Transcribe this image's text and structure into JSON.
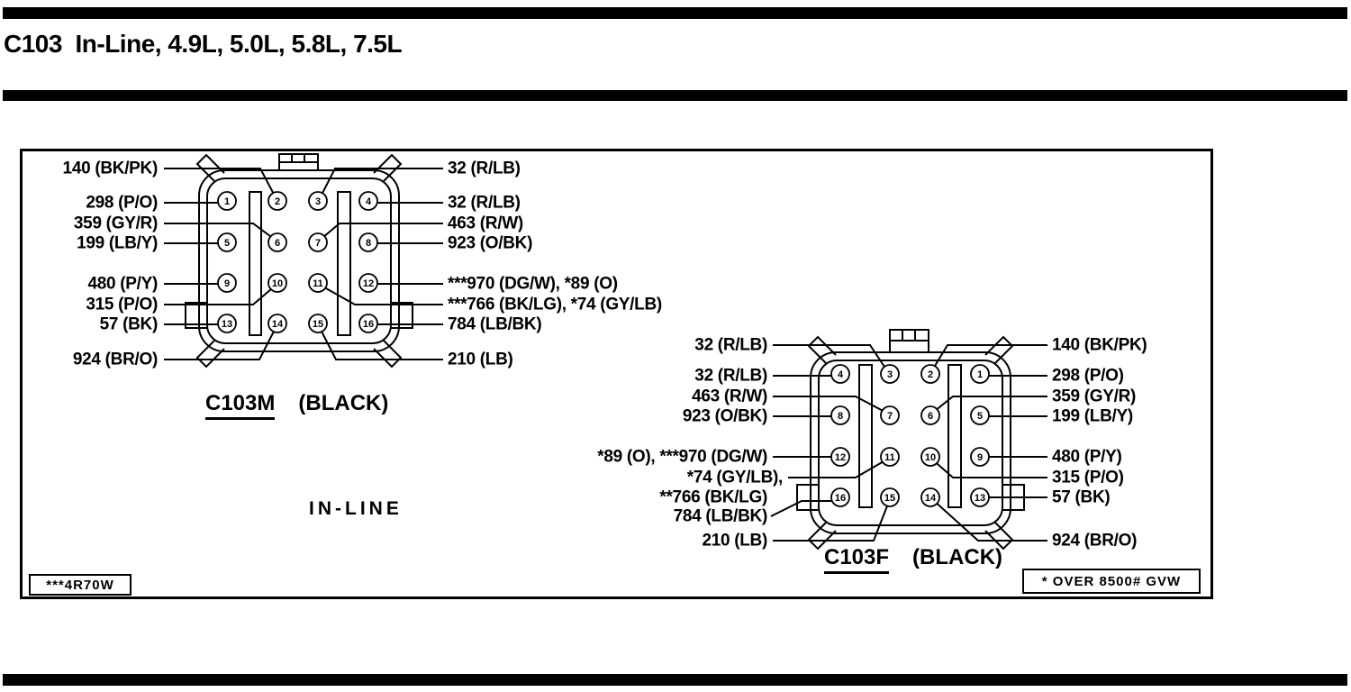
{
  "header": {
    "title": "C103  In-Line, 4.9L, 5.0L, 5.8L, 7.5L"
  },
  "diagram": {
    "inline_label": "IN-LINE",
    "footnote_left": "***4R70W",
    "footnote_right": "* OVER 8500# GVW",
    "c103m": {
      "name": "C103M",
      "color": "(BLACK)",
      "pins": [
        "1",
        "2",
        "3",
        "4",
        "5",
        "6",
        "7",
        "8",
        "9",
        "10",
        "11",
        "12",
        "13",
        "14",
        "15",
        "16"
      ],
      "left_labels": [
        "140 (BK/PK)",
        "298 (P/O)",
        "359 (GY/R)",
        "199 (LB/Y)",
        "480 (P/Y)",
        "315 (P/O)",
        "57 (BK)",
        "924 (BR/O)"
      ],
      "right_labels": [
        "32 (R/LB)",
        "32 (R/LB)",
        "463 (R/W)",
        "923 (O/BK)",
        "***970 (DG/W), *89 (O)",
        "***766 (BK/LG), *74 (GY/LB)",
        "784 (LB/BK)",
        "210 (LB)"
      ]
    },
    "c103f": {
      "name": "C103F",
      "color": "(BLACK)",
      "pins": [
        "4",
        "3",
        "2",
        "1",
        "8",
        "7",
        "6",
        "5",
        "12",
        "11",
        "10",
        "9",
        "16",
        "15",
        "14",
        "13"
      ],
      "left_labels": [
        "32 (R/LB)",
        "32 (R/LB)",
        "463 (R/W)",
        "923 (O/BK)",
        "*89 (O), ***970 (DG/W)",
        "*74 (GY/LB),",
        "**766 (BK/LG)",
        "784 (LB/BK)",
        "210 (LB)"
      ],
      "right_labels": [
        "140 (BK/PK)",
        "298 (P/O)",
        "359 (GY/R)",
        "199 (LB/Y)",
        "480 (P/Y)",
        "315 (P/O)",
        "57 (BK)",
        "924 (BR/O)"
      ]
    }
  },
  "colors": {
    "ink": "#000000",
    "paper": "#ffffff"
  }
}
